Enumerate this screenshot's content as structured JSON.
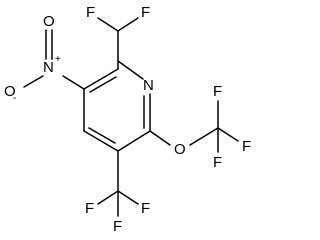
{
  "molecule": {
    "name": "",
    "atom_labels": {
      "ring_n": "N",
      "nitro_n": "N",
      "nitro_o_top": "O",
      "nitro_o_left": "O",
      "ether_o": "O",
      "f_chf2_left": "F",
      "f_chf2_right": "F",
      "f_ocf3_top": "F",
      "f_ocf3_right": "F",
      "f_ocf3_bottom": "F",
      "f_cf3_left": "F",
      "f_cf3_right": "F",
      "f_cf3_bottom": "F"
    },
    "charges": {
      "nitro_n": "+",
      "nitro_o_left": "-"
    }
  }
}
